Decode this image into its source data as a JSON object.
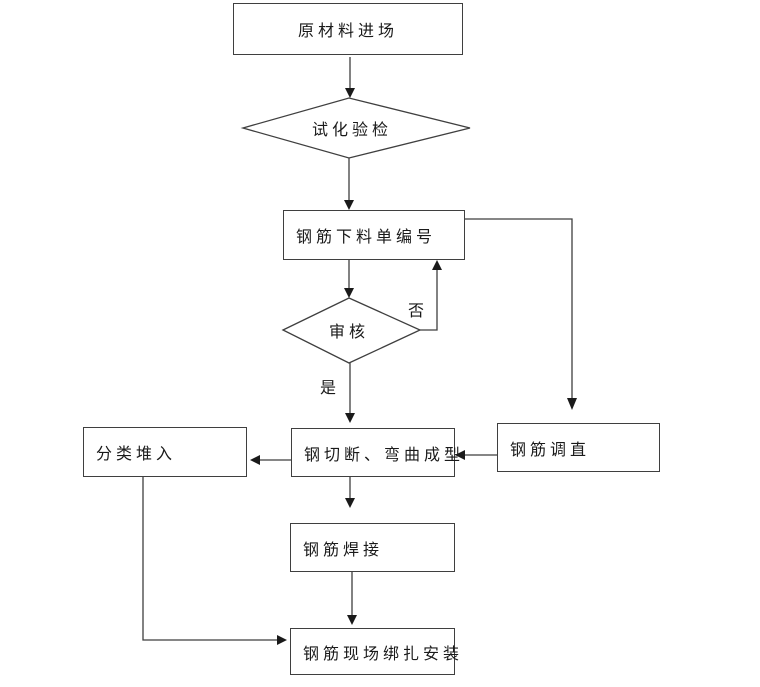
{
  "diagram": {
    "type": "flowchart",
    "language": "zh-CN",
    "colors": {
      "background": "#ffffff",
      "stroke": "#3f3f3f",
      "text": "#1a1a1a"
    },
    "nodes": {
      "raw_material": {
        "shape": "rect",
        "label": "原材料进场"
      },
      "test_inspection": {
        "shape": "diamond",
        "label": "试化验检"
      },
      "cutting_list": {
        "shape": "rect",
        "label": "钢筋下料单编号"
      },
      "review": {
        "shape": "diamond",
        "label": "审核"
      },
      "cut_bend": {
        "shape": "rect",
        "label": "钢切断、弯曲成型"
      },
      "straighten": {
        "shape": "rect",
        "label": "钢筋调直"
      },
      "stack": {
        "shape": "rect",
        "label": "分类堆入"
      },
      "weld": {
        "shape": "rect",
        "label": "钢筋焊接"
      },
      "install": {
        "shape": "rect",
        "label": "钢筋现场绑扎安装"
      }
    },
    "edge_labels": {
      "no": "否",
      "yes": "是"
    },
    "edges": [
      {
        "from": "raw_material",
        "to": "test_inspection"
      },
      {
        "from": "test_inspection",
        "to": "cutting_list"
      },
      {
        "from": "cutting_list",
        "to": "review"
      },
      {
        "from": "review",
        "to": "cutting_list",
        "label": "否"
      },
      {
        "from": "review",
        "to": "cut_bend",
        "label": "是"
      },
      {
        "from": "cutting_list",
        "to": "straighten"
      },
      {
        "from": "straighten",
        "to": "cut_bend"
      },
      {
        "from": "cut_bend",
        "to": "stack"
      },
      {
        "from": "cut_bend",
        "to": "weld"
      },
      {
        "from": "weld",
        "to": "install"
      },
      {
        "from": "stack",
        "to": "install"
      }
    ]
  }
}
